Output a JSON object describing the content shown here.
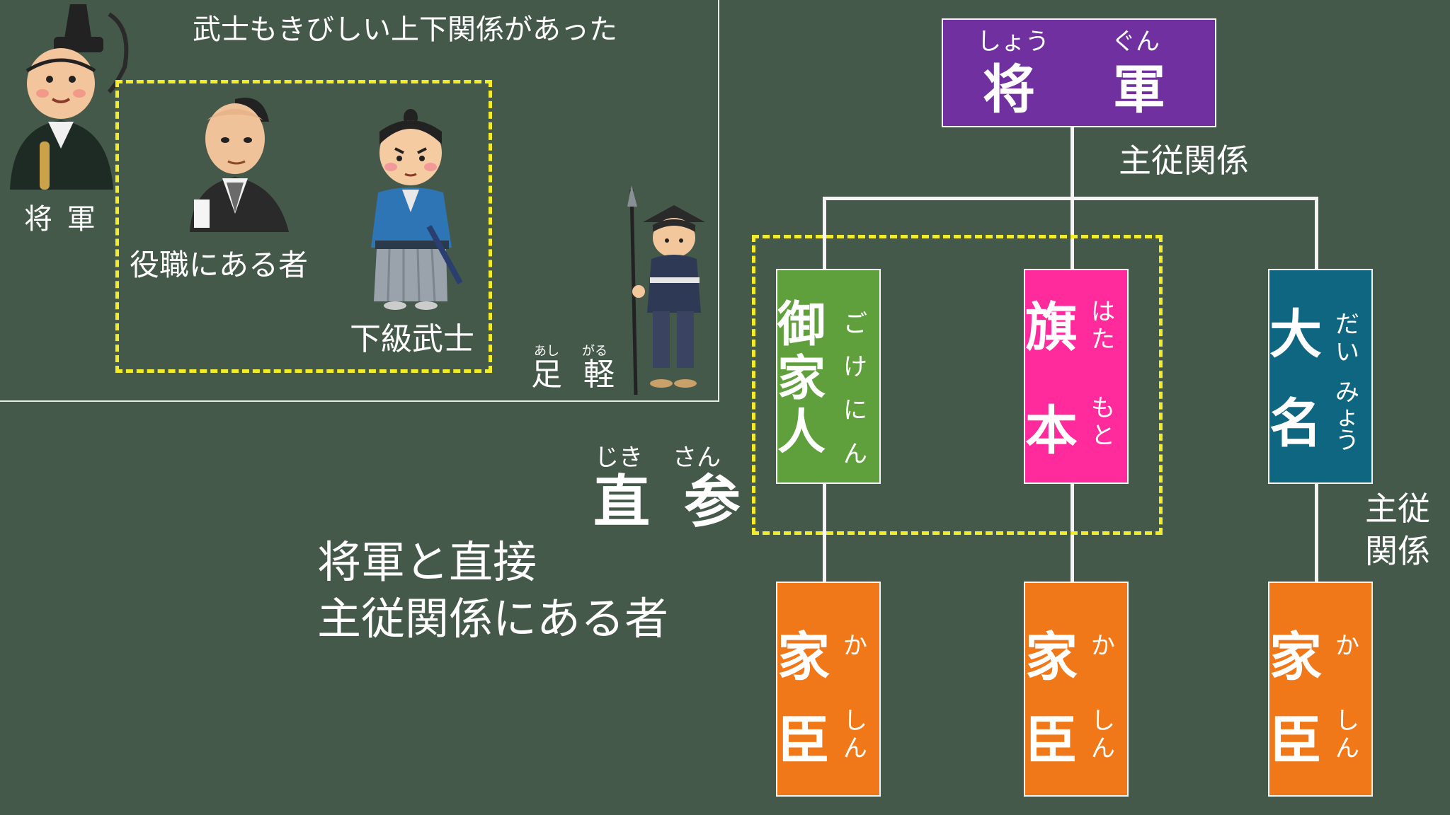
{
  "colors": {
    "background": "#44594a",
    "shogun": "#7030a0",
    "gokenin": "#5fa03c",
    "hatamoto": "#ff2b9c",
    "daimyo": "#0e6680",
    "kashin": "#f07818",
    "dashed_border": "#f2ec2a"
  },
  "panel": {
    "title": "武士もきびしい上下関係があった",
    "shogun_label": "将 軍",
    "official_label": "役職にある者",
    "lower_samurai_label": "下級武士",
    "ashigaru_ruby_1": "あし",
    "ashigaru_ruby_2": "がる",
    "ashigaru_label": "足 軽",
    "icons": [
      "shogun-portrait-icon",
      "official-samurai-icon",
      "lower-samurai-icon",
      "ashigaru-spearman-icon"
    ]
  },
  "hierarchy": {
    "shogun": {
      "ruby_1": "しょう",
      "ruby_2": "ぐん",
      "kanji_1": "将",
      "kanji_2": "軍"
    },
    "relation_top": "主従関係",
    "gokenin": {
      "kanji": "御家人",
      "kana": "ごけにん"
    },
    "hatamoto": {
      "kanji_1": "旗",
      "kanji_2": "本",
      "kana_1": "はた",
      "kana_2": "もと"
    },
    "daimyo": {
      "kanji_1": "大",
      "kanji_2": "名",
      "kana_1": "だい",
      "kana_2": "みょう"
    },
    "relation_right_1": "主従",
    "relation_right_2": "関係",
    "kashin": {
      "kanji_1": "家",
      "kanji_2": "臣",
      "kana_1": "か",
      "kana_2": "しん"
    }
  },
  "jikisan": {
    "ruby_1": "じき",
    "ruby_2": "さん",
    "kanji": "直 参",
    "desc_line_1": "将軍と直接",
    "desc_line_2": "主従関係にある者"
  }
}
